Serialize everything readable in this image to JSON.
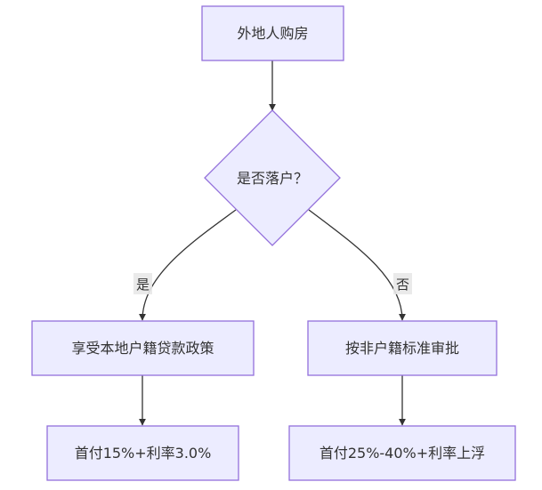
{
  "nodes": {
    "start": "外地人购房",
    "decision": "是否落户？",
    "yes_policy": "享受本地户籍贷款政策",
    "no_policy": "按非户籍标准审批",
    "yes_terms": "首付15%+利率3.0%",
    "no_terms": "首付25%-40%+利率上浮"
  },
  "edges": {
    "yes_label": "是",
    "no_label": "否"
  },
  "colors": {
    "node_fill": "#ececff",
    "node_stroke": "#9370db",
    "edge": "#333333",
    "label_bg": "#e8e8e8",
    "text": "#333333"
  }
}
